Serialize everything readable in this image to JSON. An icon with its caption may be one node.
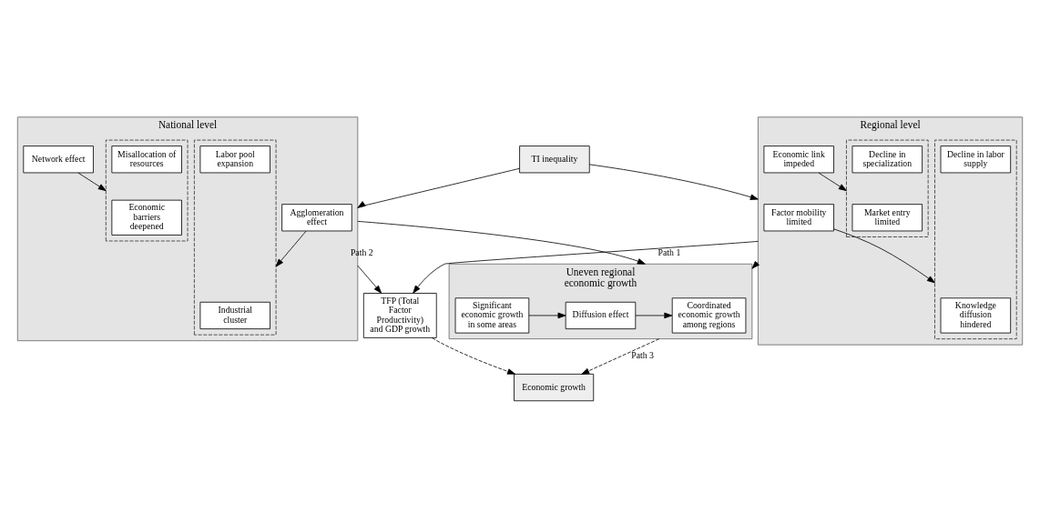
{
  "diagram": {
    "nodes": [
      {
        "text": [
          "TI inequality"
        ]
      },
      {
        "text": [
          "Regional level"
        ]
      },
      {
        "text": [
          "Factor mobility limited"
        ],
        "in": 1
      },
      {
        "text": [
          "Economic link impeded"
        ],
        "in": 1
      },
      {
        "text": [],
        "shape": "box",
        "in": 1
      },
      {
        "text": [
          "Knowledge diffusion hindered"
        ],
        "in": 4
      },
      {
        "text": [
          "Decline in labor supply"
        ],
        "in": 4
      },
      {
        "text": [],
        "shape": "box",
        "in": 1
      },
      {
        "text": [
          "Market entry limited"
        ],
        "in": 7
      },
      {
        "text": [
          "Decline in specialization"
        ],
        "in": 7
      },
      {
        "text": [
          "TFP (Total Factor Productivity) and GDP growth"
        ]
      },
      {
        "text": [
          "Economic growth"
        ]
      },
      {
        "text": [
          "National level"
        ]
      },
      {
        "text": [
          "Agglomeration effect"
        ],
        "in": 12
      },
      {
        "text": [
          "Network effect"
        ],
        "in": 12
      },
      {
        "text": [],
        "shape": "box",
        "in": 12
      },
      {
        "text": [
          "Industrial cluster"
        ],
        "in": 15
      },
      {
        "text": [
          "Labor pool expansion"
        ],
        "in": 15
      },
      {
        "text": [],
        "shape": "box",
        "in": 12
      },
      {
        "text": [
          "Economic barriers deepened"
        ],
        "in": 18
      },
      {
        "text": [
          "Misallocation of resources"
        ],
        "in": 18
      },
      {
        "text": [
          "Uneven regional economic growth"
        ]
      },
      {
        "text": [
          "Coordinated economic growth among regions"
        ],
        "in": 21
      },
      {
        "text": [
          "Diffusion effect"
        ],
        "in": 21
      },
      {
        "text": [
          "Significant economic growth in some areas"
        ],
        "in": 21
      }
    ],
    "edges": [
      {
        "from": 0,
        "to": 1,
        "arrow": "to"
      },
      {
        "from": 0,
        "to": 12,
        "arrow": "to"
      },
      {
        "from": 2,
        "to": 4,
        "arrow": "to"
      },
      {
        "from": 3,
        "to": 7,
        "arrow": "to"
      },
      {
        "from": 13,
        "to": 15,
        "arrow": "to"
      },
      {
        "from": 14,
        "to": 18,
        "arrow": "to"
      },
      {
        "from": 1,
        "to": 10,
        "arrow": "to",
        "label": "Path 1"
      },
      {
        "from": 12,
        "to": 10,
        "arrow": "to",
        "label": "Path 2"
      },
      {
        "from": 10,
        "to": 11,
        "arrow": "to",
        "style": "dashed"
      },
      {
        "from": 21,
        "to": 11,
        "arrow": "to",
        "style": "dashed",
        "label": "Path 3"
      },
      {
        "from": 1,
        "to": 21,
        "arrow": "to"
      },
      {
        "from": 12,
        "to": 21,
        "arrow": "to"
      },
      {
        "from": 24,
        "to": 23,
        "arrow": "to"
      },
      {
        "from": 23,
        "to": 22,
        "arrow": "to"
      }
    ]
  }
}
